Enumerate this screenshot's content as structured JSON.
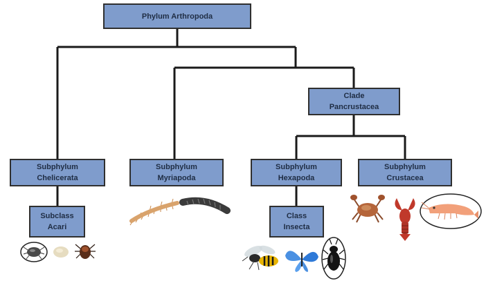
{
  "colors": {
    "box_fill": "#7f9ccc",
    "box_border": "#2f2f2f",
    "box_text": "#1f2d44",
    "line": "#1a1a1a",
    "highlight_ellipse": "#222222"
  },
  "nodes": {
    "phylum": {
      "line1": "Phylum Arthropoda"
    },
    "pancrustacea": {
      "line1": "Clade",
      "line2": "Pancrustacea"
    },
    "chelicerata": {
      "line1": "Subphylum",
      "line2": "Chelicerata"
    },
    "myriapoda": {
      "line1": "Subphylum",
      "line2": "Myriapoda"
    },
    "hexapoda": {
      "line1": "Subphylum",
      "line2": "Hexapoda"
    },
    "crustacea": {
      "line1": "Subphylum",
      "line2": "Crustacea"
    },
    "acari": {
      "line1": "Subclass",
      "line2": "Acari"
    },
    "insecta": {
      "line1": "Class",
      "line2": "Insecta"
    }
  },
  "images": {
    "acari": [
      "mite-image",
      "tick-larva-image",
      "tick-image"
    ],
    "myriapoda": [
      "centipede-image",
      "millipede-image"
    ],
    "insecta": [
      "wasp-image",
      "butterfly-image",
      "beetle-image"
    ],
    "crustacea": [
      "crab-image",
      "crayfish-image",
      "shrimp-image"
    ]
  },
  "highlighted": [
    "mite-image",
    "beetle-image",
    "shrimp-image"
  ]
}
